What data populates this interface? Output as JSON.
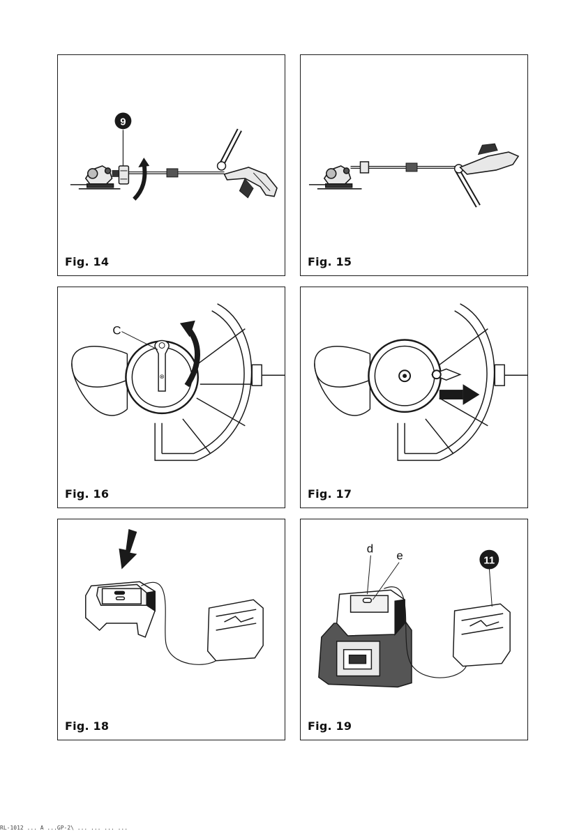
{
  "figures": {
    "fig14": {
      "label": "Fig. 14",
      "callout": "9"
    },
    "fig15": {
      "label": "Fig. 15"
    },
    "fig16": {
      "label": "Fig. 16",
      "callout": "C"
    },
    "fig17": {
      "label": "Fig. 17"
    },
    "fig18": {
      "label": "Fig. 18"
    },
    "fig19": {
      "label": "Fig. 19",
      "callout_d": "d",
      "callout_e": "e",
      "callout_num": "11"
    }
  },
  "footer": {
    "text": "RL-1012 ... A  ...GP-2\\  ...  ...  ...  ..."
  },
  "colors": {
    "ink": "#1a1a1a",
    "arrow": "#1a1a1a",
    "paper": "#ffffff"
  }
}
